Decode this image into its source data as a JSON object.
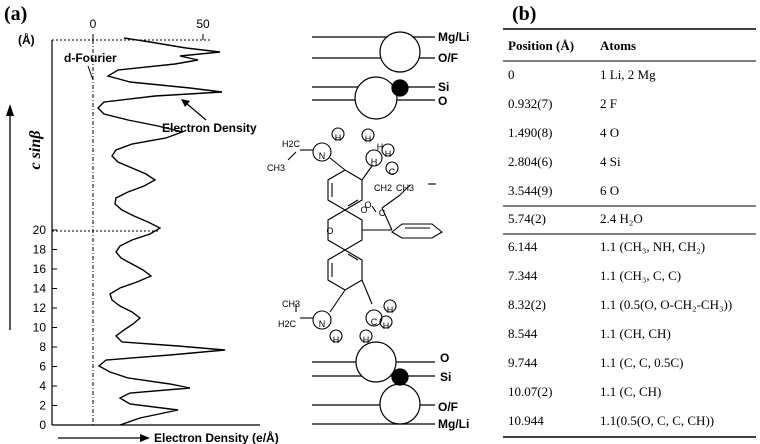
{
  "panel_a": {
    "label": "(a)",
    "top_ticks": [
      "0",
      "50"
    ],
    "y_unit": "(Å)",
    "y_ticks": [
      "0",
      "2",
      "4",
      "6",
      "8",
      "10",
      "12",
      "14",
      "16",
      "18",
      "20"
    ],
    "y_axis_title": "c sinβ",
    "x_axis_title": "Electron Density (e/Å)",
    "curve_label_fourier": "d-Fourier",
    "curve_label_density": "Electron Density",
    "layer_labels": [
      "Mg/Li",
      "O/F",
      "Si",
      "O",
      "O",
      "Si",
      "O/F",
      "Mg/Li"
    ],
    "molecule_labels": [
      "H",
      "H",
      "N",
      "H2C",
      "CH3",
      "H",
      "H",
      "C",
      "H",
      "CH2",
      "CH3",
      "O",
      "C",
      "O",
      "O",
      "CH3",
      "H2C",
      "N",
      "H",
      "H",
      "C",
      "H",
      "H"
    ]
  },
  "panel_b": {
    "label": "(b)",
    "headers": [
      "Position (Å)",
      "Atoms"
    ],
    "rows": [
      {
        "pos": "0",
        "atoms": "1 Li, 2 Mg"
      },
      {
        "pos": "0.932(7)",
        "atoms": "2 F"
      },
      {
        "pos": "1.490(8)",
        "atoms": "4 O"
      },
      {
        "pos": "2.804(6)",
        "atoms": "4 Si"
      },
      {
        "pos": "3.544(9)",
        "atoms": "6 O"
      },
      {
        "pos": "5.74(2)",
        "atoms": "2.4 H₂O"
      },
      {
        "pos": "6.144",
        "atoms": "1.1 (CH₃, NH, CH₂)"
      },
      {
        "pos": "7.344",
        "atoms": "1.1 (CH₃, C, C)"
      },
      {
        "pos": "8.32(2)",
        "atoms": "1.1 (0.5(O, O-CH₂-CH₃))"
      },
      {
        "pos": "8.544",
        "atoms": "1.1 (CH, CH)"
      },
      {
        "pos": "9.744",
        "atoms": "1.1 (C, C, 0.5C)"
      },
      {
        "pos": "10.07(2)",
        "atoms": "1.1 (C, CH)"
      },
      {
        "pos": "10.944",
        "atoms": "1.1(0.5(O, C, C, CH))"
      }
    ]
  }
}
